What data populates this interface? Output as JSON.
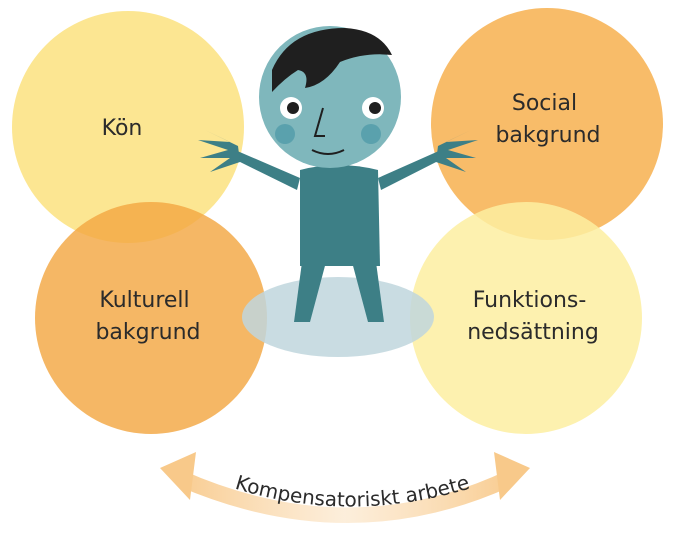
{
  "circles": [
    {
      "label_lines": [
        "Kön"
      ],
      "color": "#fbe27f"
    },
    {
      "label_lines": [
        "Social",
        "bakgrund"
      ],
      "color": "#f6ad48"
    },
    {
      "label_lines": [
        "Kulturell",
        "bakgrund"
      ],
      "color": "#f3a743"
    },
    {
      "label_lines": [
        "Funktions-",
        "nedsättning"
      ],
      "color": "#fdeea1"
    }
  ],
  "arc_label": "Kompensatoriskt arbete",
  "colors": {
    "figure_body": "#3d7f86",
    "figure_head": "#7fb7bc",
    "figure_hair": "#1f1f1f",
    "cheeks": "#5aa1ad",
    "shadow": "#bfd6dd",
    "arrow": "#f8c98a"
  }
}
